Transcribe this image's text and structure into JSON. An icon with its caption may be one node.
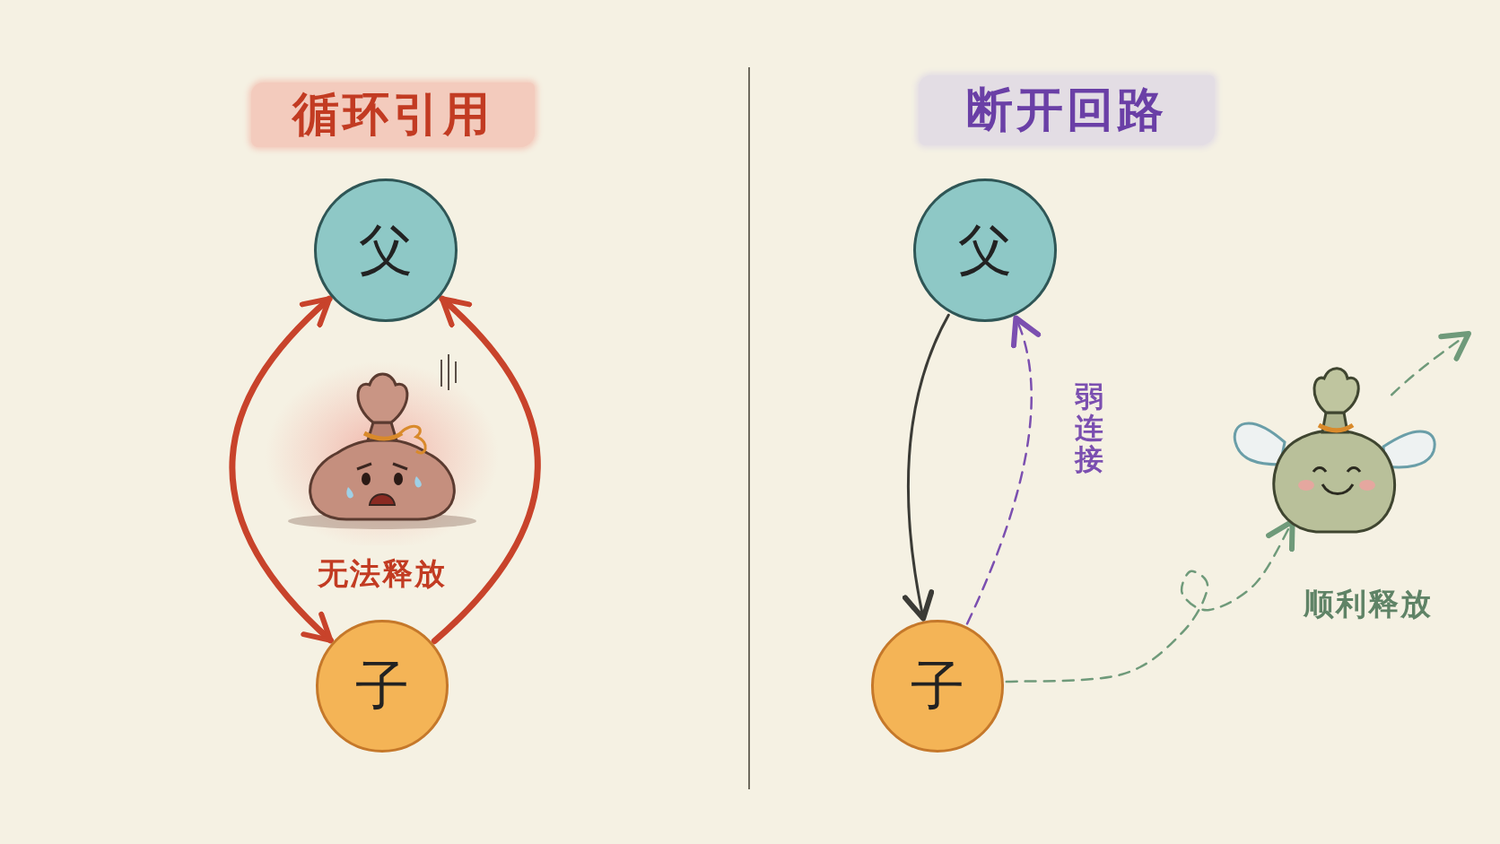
{
  "diagram": {
    "nodes": [
      {
        "text": [
          "循环引用"
        ]
      },
      {
        "text": [
          "父"
        ]
      },
      {
        "text": [],
        "shape": "picture",
        "beside": [
          "无法释放"
        ]
      },
      {
        "text": [
          "子"
        ]
      },
      {
        "text": [
          "断开回路"
        ]
      },
      {
        "text": [
          "父"
        ]
      },
      {
        "text": [
          "子"
        ]
      },
      {
        "text": [],
        "shape": "picture",
        "beside": [
          "顺利释放"
        ]
      }
    ],
    "edges": [
      {
        "from": 1,
        "to": 3,
        "arrow": "both",
        "style": "thick",
        "color": "#c8432b"
      },
      {
        "from": 3,
        "to": 1,
        "arrow": "to",
        "style": "thick",
        "color": "#c8432b"
      },
      {
        "from": 5,
        "to": 6,
        "arrow": "to",
        "color": "#3b3b36"
      },
      {
        "from": 6,
        "to": 5,
        "arrow": "to",
        "label": "弱连接",
        "style": "dashed",
        "color": "#7b4fb0"
      },
      {
        "from": 6,
        "to": 7,
        "arrow": "to",
        "style": "dashed",
        "color": "#6f9a7a"
      },
      {
        "from": 7,
        "to": null,
        "arrow": "to",
        "style": "dashed",
        "color": "#6f9a7a"
      }
    ]
  }
}
